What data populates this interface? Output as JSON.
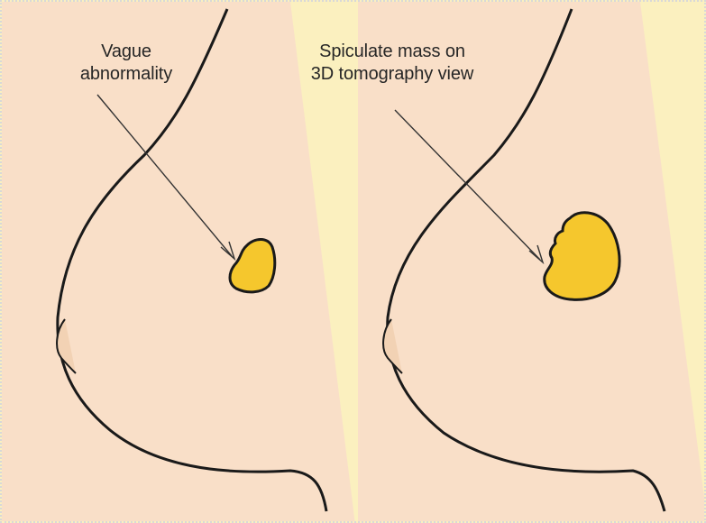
{
  "panels": [
    {
      "label_lines": [
        "Vague",
        "abnormality"
      ]
    },
    {
      "label_lines": [
        "Spiculate mass on",
        "3D tomography view"
      ]
    }
  ],
  "colors": {
    "background": "#fbf0bf",
    "breast_fill": "#f9dfc8",
    "outline": "#1a1a1a",
    "lesion_fill": "#f5c72d"
  }
}
